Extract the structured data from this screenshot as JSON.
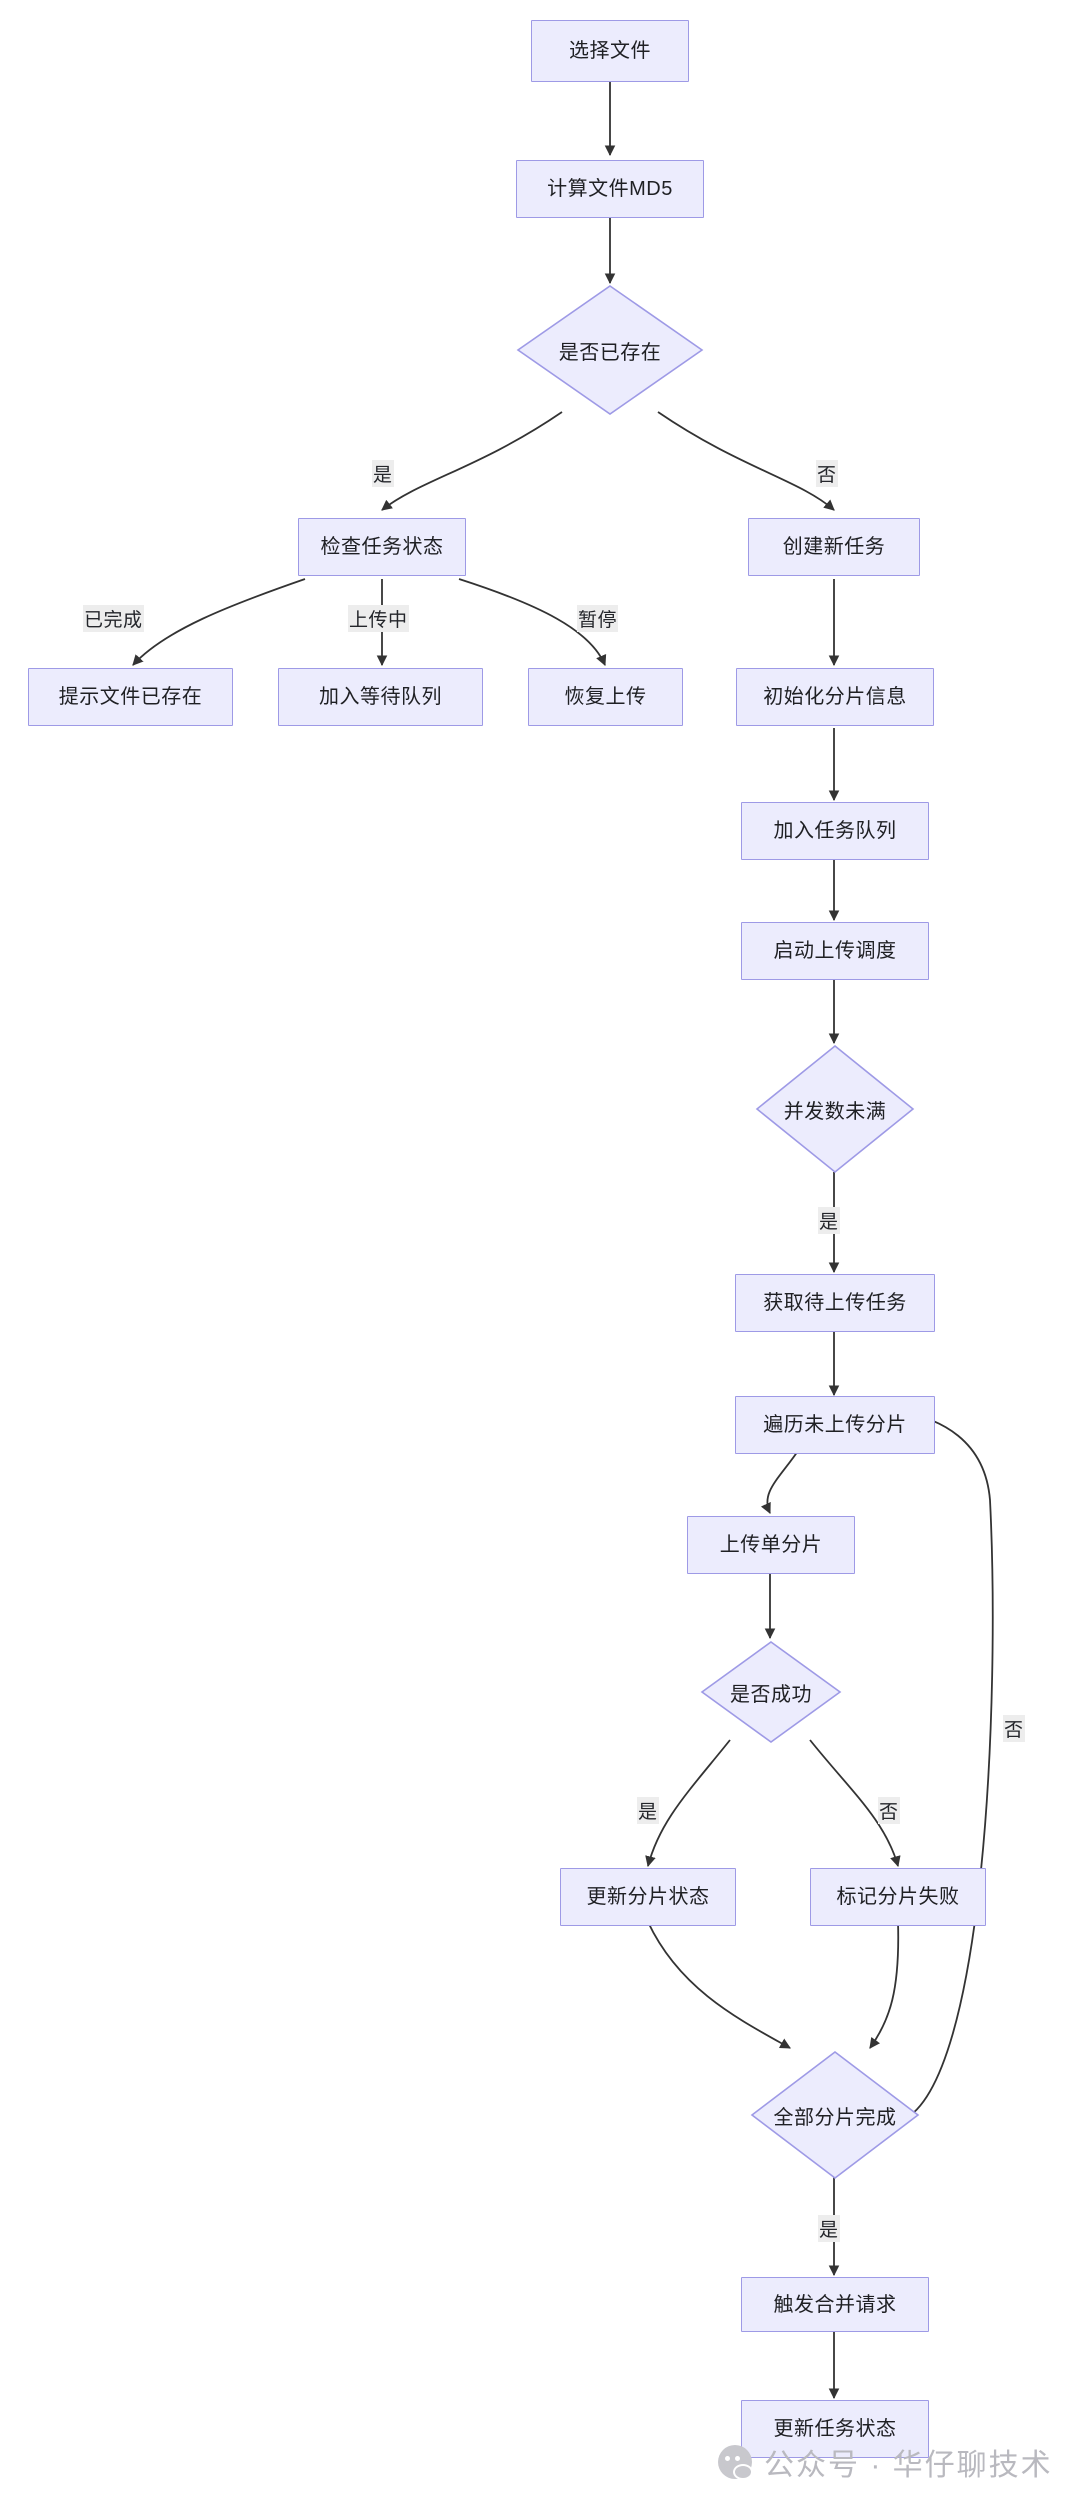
{
  "diagram": {
    "type": "flowchart",
    "title": "",
    "orientation": "top-down",
    "theme": {
      "node_fill": "#ececfd",
      "node_border": "#9e9ae6",
      "edge_color": "#333333",
      "text_color": "#1f2024",
      "label_bg": "#ededed",
      "background": "#ffffff"
    },
    "nodes": [
      {
        "id": "n1",
        "label": "选择文件",
        "shape": "rect"
      },
      {
        "id": "n2",
        "label": "计算文件MD5",
        "shape": "rect"
      },
      {
        "id": "d1",
        "label": "是否已存在",
        "shape": "diamond"
      },
      {
        "id": "n3",
        "label": "检查任务状态",
        "shape": "rect"
      },
      {
        "id": "n4",
        "label": "创建新任务",
        "shape": "rect"
      },
      {
        "id": "n5",
        "label": "提示文件已存在",
        "shape": "rect"
      },
      {
        "id": "n6",
        "label": "加入等待队列",
        "shape": "rect"
      },
      {
        "id": "n7",
        "label": "恢复上传",
        "shape": "rect"
      },
      {
        "id": "n8",
        "label": "初始化分片信息",
        "shape": "rect"
      },
      {
        "id": "n9",
        "label": "加入任务队列",
        "shape": "rect"
      },
      {
        "id": "n10",
        "label": "启动上传调度",
        "shape": "rect"
      },
      {
        "id": "d2",
        "label": "并发数未满",
        "shape": "diamond"
      },
      {
        "id": "n11",
        "label": "获取待上传任务",
        "shape": "rect"
      },
      {
        "id": "n12",
        "label": "遍历未上传分片",
        "shape": "rect"
      },
      {
        "id": "n13",
        "label": "上传单分片",
        "shape": "rect"
      },
      {
        "id": "d3",
        "label": "是否成功",
        "shape": "diamond"
      },
      {
        "id": "n14",
        "label": "更新分片状态",
        "shape": "rect"
      },
      {
        "id": "n15",
        "label": "标记分片失败",
        "shape": "rect"
      },
      {
        "id": "d4",
        "label": "全部分片完成",
        "shape": "diamond"
      },
      {
        "id": "n16",
        "label": "触发合并请求",
        "shape": "rect"
      },
      {
        "id": "n17",
        "label": "更新任务状态",
        "shape": "rect"
      }
    ],
    "edges": [
      {
        "from": "n1",
        "to": "n2",
        "label": ""
      },
      {
        "from": "n2",
        "to": "d1",
        "label": ""
      },
      {
        "from": "d1",
        "to": "n3",
        "label": "是"
      },
      {
        "from": "d1",
        "to": "n4",
        "label": "否"
      },
      {
        "from": "n3",
        "to": "n5",
        "label": "已完成"
      },
      {
        "from": "n3",
        "to": "n6",
        "label": "上传中"
      },
      {
        "from": "n3",
        "to": "n7",
        "label": "暂停"
      },
      {
        "from": "n4",
        "to": "n8",
        "label": ""
      },
      {
        "from": "n8",
        "to": "n9",
        "label": ""
      },
      {
        "from": "n9",
        "to": "n10",
        "label": ""
      },
      {
        "from": "n10",
        "to": "d2",
        "label": ""
      },
      {
        "from": "d2",
        "to": "n11",
        "label": "是"
      },
      {
        "from": "n11",
        "to": "n12",
        "label": ""
      },
      {
        "from": "n12",
        "to": "n13",
        "label": ""
      },
      {
        "from": "n13",
        "to": "d3",
        "label": ""
      },
      {
        "from": "d3",
        "to": "n14",
        "label": "是"
      },
      {
        "from": "d3",
        "to": "n15",
        "label": "否"
      },
      {
        "from": "n14",
        "to": "d4",
        "label": ""
      },
      {
        "from": "n15",
        "to": "d4",
        "label": ""
      },
      {
        "from": "d4",
        "to": "n12",
        "label": "否"
      },
      {
        "from": "d4",
        "to": "n16",
        "label": "是"
      },
      {
        "from": "n16",
        "to": "n17",
        "label": ""
      }
    ],
    "edge_labels": {
      "yes": "是",
      "no": "否",
      "completed": "已完成",
      "uploading": "上传中",
      "paused": "暂停"
    }
  },
  "watermark": {
    "text": "公众号 · 华仔聊技术",
    "icon": "wechat-icon"
  }
}
